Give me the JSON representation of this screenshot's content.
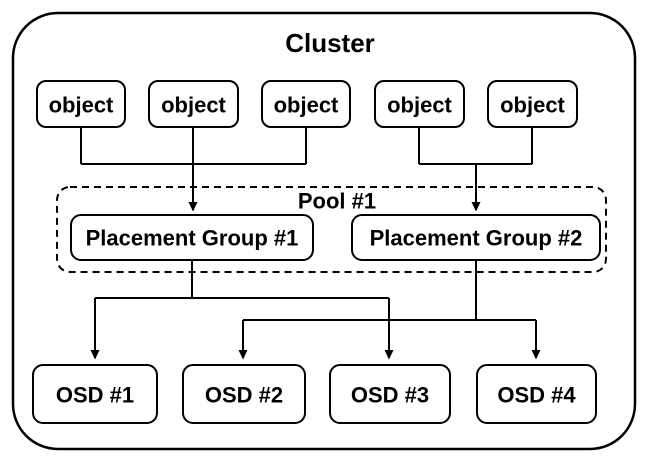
{
  "diagram_title": "Cluster",
  "pool_label": "Pool #1",
  "object_labels": [
    "object",
    "object",
    "object",
    "object",
    "object"
  ],
  "placement_group_labels": [
    "Placement Group #1",
    "Placement Group #2"
  ],
  "osd_labels": [
    "OSD #1",
    "OSD #2",
    "OSD #3",
    "OSD #4"
  ],
  "connections": [
    {
      "from": "object-1",
      "to": "placement-group-1"
    },
    {
      "from": "object-2",
      "to": "placement-group-1"
    },
    {
      "from": "object-3",
      "to": "placement-group-1"
    },
    {
      "from": "object-4",
      "to": "placement-group-2"
    },
    {
      "from": "object-5",
      "to": "placement-group-2"
    },
    {
      "from": "placement-group-1",
      "to": "osd-1"
    },
    {
      "from": "placement-group-1",
      "to": "osd-3"
    },
    {
      "from": "placement-group-2",
      "to": "osd-2"
    },
    {
      "from": "placement-group-2",
      "to": "osd-4"
    }
  ],
  "colors": {
    "stroke": "#000000",
    "text": "#000000",
    "background": "#ffffff"
  }
}
